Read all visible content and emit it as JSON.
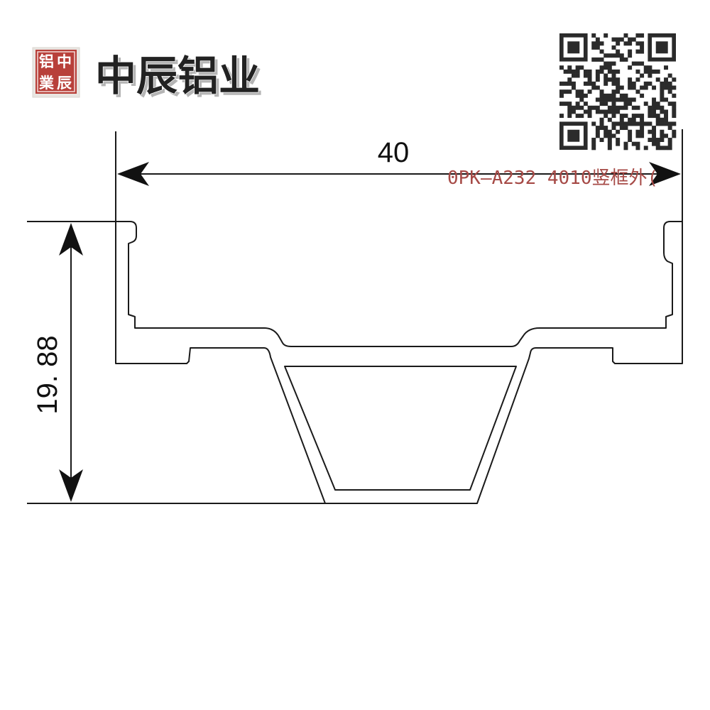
{
  "brand": {
    "name": "中辰铝业",
    "seal_chars": [
      "中",
      "辰",
      "铝",
      "業"
    ],
    "seal_color": "#b8403a"
  },
  "qr_code": {
    "icon": "qr-code-icon"
  },
  "drawing": {
    "product_code": "0PK—A232   4010竖框外(",
    "width_dimension": "40",
    "height_dimension": "19. 88",
    "line_color": "#1a1a1a",
    "code_color": "#a64a46"
  }
}
